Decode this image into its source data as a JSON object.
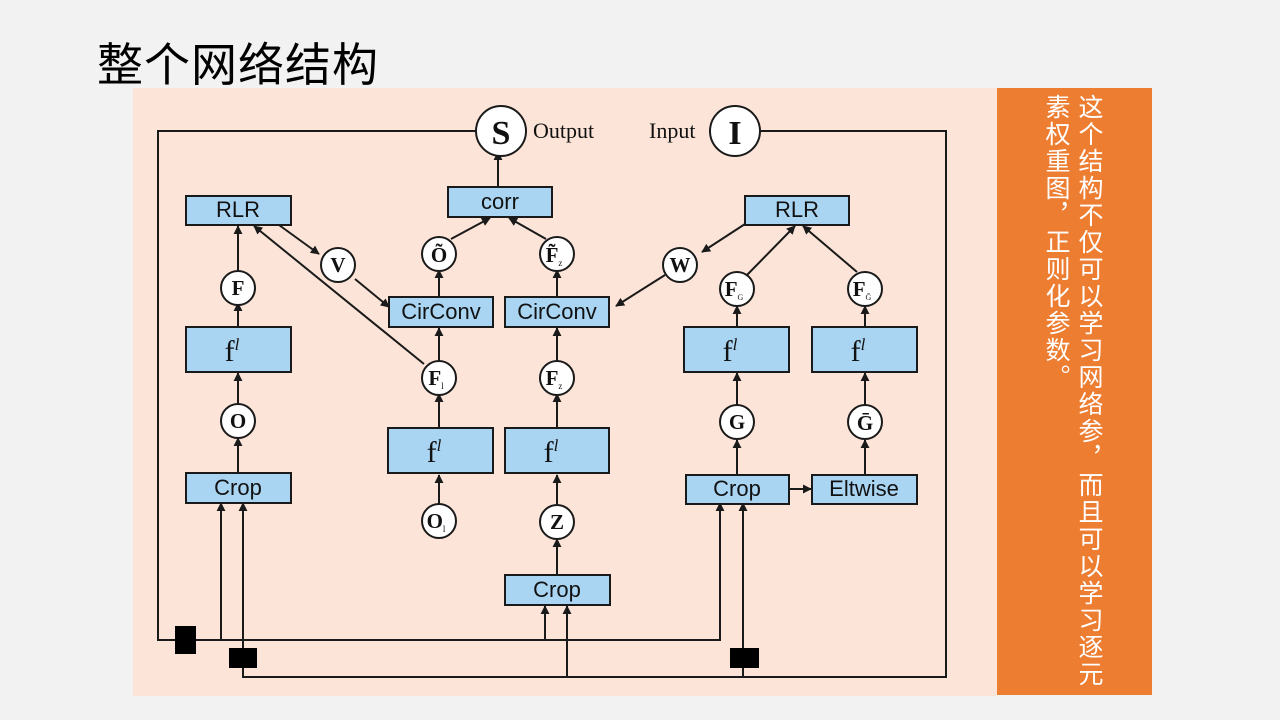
{
  "slide": {
    "title": "整个网络结构",
    "note": "这个结构不仅可以学习网络参，而且可以学习逐元素权重图，正则化参数。"
  },
  "diagram": {
    "output_node": "S",
    "output_label": "Output",
    "input_node": "I",
    "input_label": "Input",
    "boxes": {
      "corr": "corr",
      "rlr_left": "RLR",
      "rlr_right": "RLR",
      "circonv_left": "CirConv",
      "circonv_right": "CirConv",
      "crop_left": "Crop",
      "crop_middle": "Crop",
      "crop_right": "Crop",
      "eltwise": "Eltwise",
      "f_layer": "f",
      "f_layer_sup": "l"
    },
    "nodes": {
      "v": "V",
      "w": "W",
      "f": "F",
      "o": "O",
      "o_tilde": "Õ",
      "fz_tilde": "F̃",
      "fz_tilde_sub": "z",
      "fl": "F",
      "fl_sub": "l",
      "fz": "F",
      "fz_sub": "z",
      "ol": "O",
      "ol_sub": "l",
      "z": "Z",
      "fg": "F",
      "fg_sub": "G",
      "fgbar": "F",
      "fgbar_sub": "Ḡ",
      "g": "G",
      "gbar": "Ḡ"
    },
    "colors": {
      "panel_bg": "#fce5d8",
      "box_fill": "#a9d5f3",
      "note_bg": "#ed7d31"
    }
  }
}
